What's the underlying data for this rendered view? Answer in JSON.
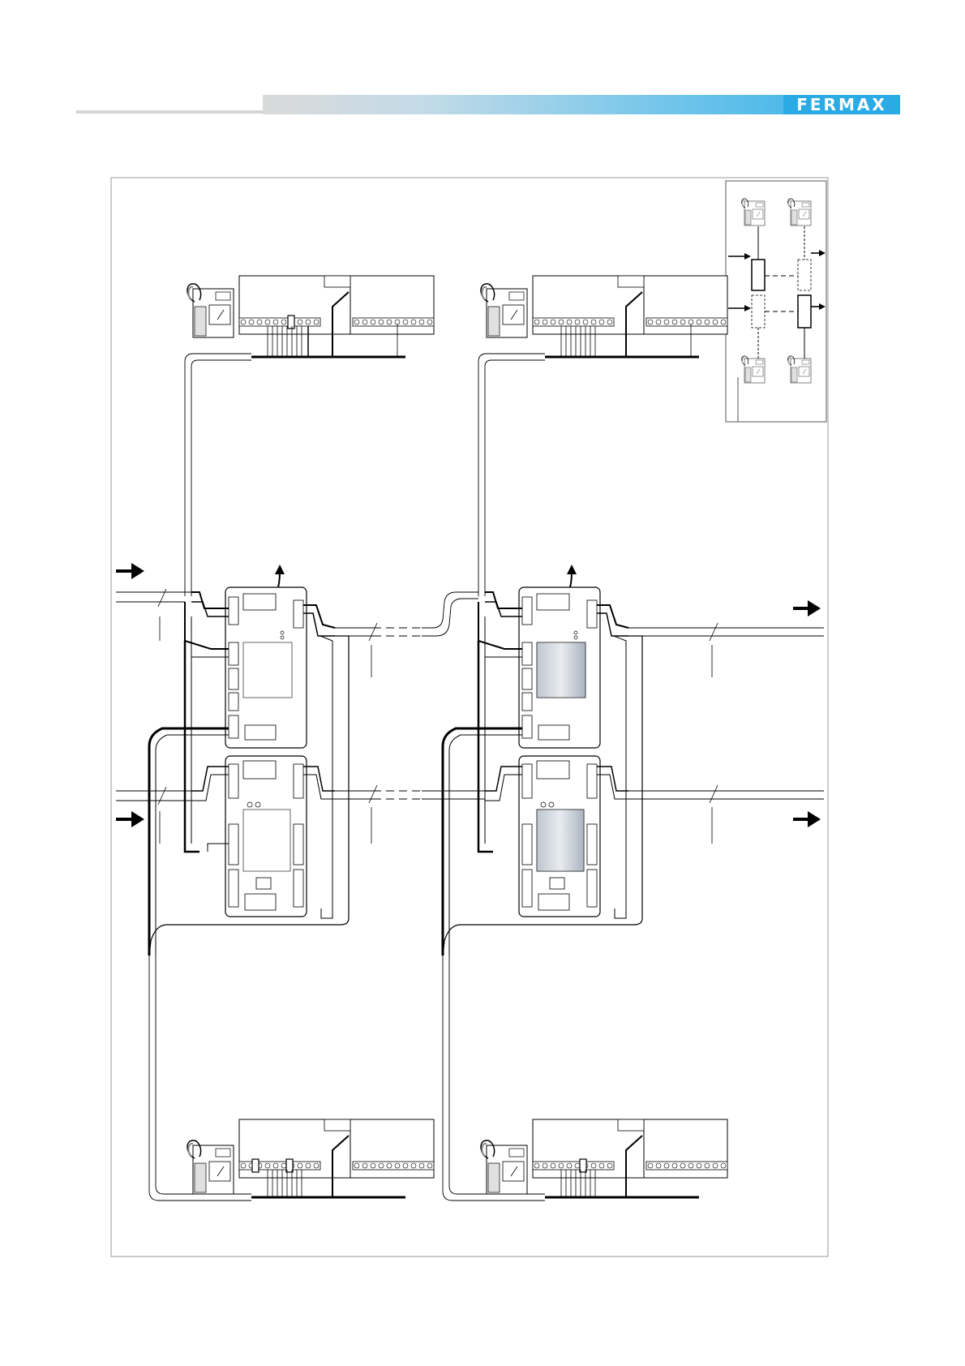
{
  "header": {
    "brand": "FERMAX",
    "brand_color": "#2babe6"
  },
  "diagram": {
    "floors": 2,
    "columns": 2,
    "distributors_per_floor": 2,
    "inset_monitors": 4
  }
}
